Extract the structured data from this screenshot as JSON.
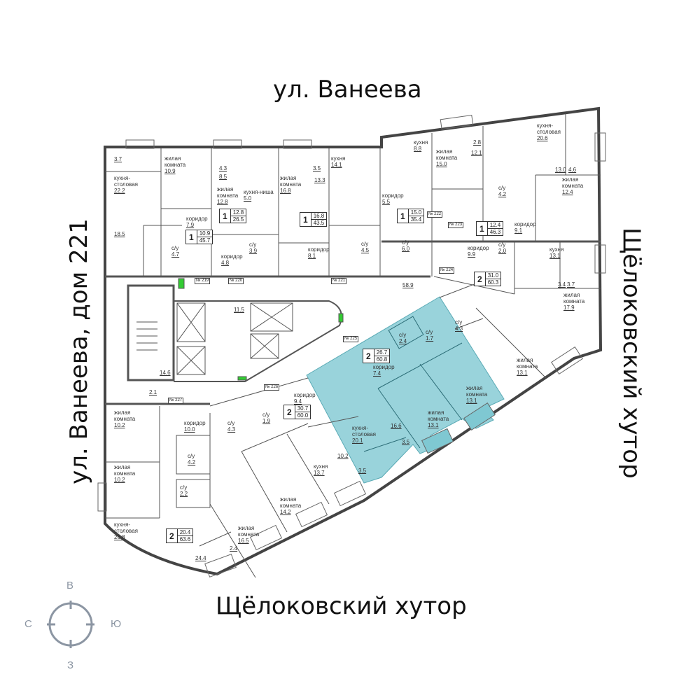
{
  "streets": {
    "top": "ул. Ванеева",
    "left": "ул. Ванеева, дом 221",
    "right": "Щёлоковский хутор",
    "bottom": "Щёлоковский хутор"
  },
  "compass": {
    "north": "В",
    "east": "Ю",
    "south": "З",
    "west": "С"
  },
  "highlight_color": "#7fc8d2",
  "labels": [
    {
      "name": "",
      "area": "3.7"
    },
    {
      "name": "жилая\nкомната",
      "area": "10.9"
    },
    {
      "name": "кухня-\nстоловая",
      "area": "22.2"
    },
    {
      "name": "",
      "area": "18.5"
    },
    {
      "name": "коридор",
      "area": "7.9"
    },
    {
      "name": "с/у",
      "area": "4.7"
    },
    {
      "name": "",
      "area": "4.3"
    },
    {
      "name": "",
      "area": "8.5"
    },
    {
      "name": "жилая\nкомната",
      "area": "12.8"
    },
    {
      "name": "кухня-ниша",
      "area": "5.0"
    },
    {
      "name": "с/у",
      "area": "3.9"
    },
    {
      "name": "коридор",
      "area": "4.8"
    },
    {
      "name": "",
      "area": "3.5"
    },
    {
      "name": "жилая\nкомната",
      "area": "16.8"
    },
    {
      "name": "",
      "area": "13.3"
    },
    {
      "name": "кухня",
      "area": "14.1"
    },
    {
      "name": "коридор",
      "area": "8.1"
    },
    {
      "name": "с/у",
      "area": "4.5"
    },
    {
      "name": "кухня",
      "area": "8.8"
    },
    {
      "name": "жилая\nкомната",
      "area": "15.0"
    },
    {
      "name": "",
      "area": "2.8"
    },
    {
      "name": "",
      "area": "12.1"
    },
    {
      "name": "кухня-\nстоловая",
      "area": "20.6"
    },
    {
      "name": "",
      "area": "13.0"
    },
    {
      "name": "",
      "area": "4.6"
    },
    {
      "name": "жилая\nкомната",
      "area": "12.4"
    },
    {
      "name": "с/у",
      "area": "4.2"
    },
    {
      "name": "коридор",
      "area": "5.5"
    },
    {
      "name": "коридор",
      "area": "9.1"
    },
    {
      "name": "с/у",
      "area": "6.0"
    },
    {
      "name": "коридор",
      "area": "9.9"
    },
    {
      "name": "с/у",
      "area": "2.0"
    },
    {
      "name": "кухня",
      "area": "13.1"
    },
    {
      "name": "",
      "area": "3.4"
    },
    {
      "name": "",
      "area": "3.7"
    },
    {
      "name": "жилая\nкомната",
      "area": "17.9"
    },
    {
      "name": "",
      "area": "58.9"
    },
    {
      "name": "",
      "area": "11.5"
    },
    {
      "name": "",
      "area": "14.6"
    },
    {
      "name": "",
      "area": "2.1"
    },
    {
      "name": "с/у",
      "area": "4.3"
    },
    {
      "name": "жилая\nкомната",
      "area": "13.1"
    },
    {
      "name": "с/у",
      "area": "2.4"
    },
    {
      "name": "с/у",
      "area": "1.7"
    },
    {
      "name": "коридор",
      "area": "7.4"
    },
    {
      "name": "жилая\nкомната",
      "area": "13.1"
    },
    {
      "name": "жилая\nкомната",
      "area": "13.1"
    },
    {
      "name": "кухня-\nстоловая",
      "area": "20.1"
    },
    {
      "name": "",
      "area": "16.6"
    },
    {
      "name": "",
      "area": "3.5"
    },
    {
      "name": "коридор",
      "area": "9.4"
    },
    {
      "name": "с/у",
      "area": "1.9"
    },
    {
      "name": "с/у",
      "area": "4.3"
    },
    {
      "name": "коридор",
      "area": "10.0"
    },
    {
      "name": "жилая\nкомната",
      "area": "10.2"
    },
    {
      "name": "жилая\nкомната",
      "area": "10.2"
    },
    {
      "name": "с/у",
      "area": "4.2"
    },
    {
      "name": "с/у",
      "area": "2.2"
    },
    {
      "name": "кухня-\nстоловая",
      "area": "26.8"
    },
    {
      "name": "",
      "area": "10.2"
    },
    {
      "name": "кухня",
      "area": "13.7"
    },
    {
      "name": "",
      "area": "3.5"
    },
    {
      "name": "жилая\nкомната",
      "area": "14.2"
    },
    {
      "name": "жилая\nкомната",
      "area": "16.5"
    },
    {
      "name": "",
      "area": "2.4"
    },
    {
      "name": "",
      "area": "24.4"
    }
  ],
  "apartments": [
    {
      "rooms": "1",
      "living": "10.9",
      "total": "45.7"
    },
    {
      "rooms": "1",
      "living": "12.8",
      "total": "26.5"
    },
    {
      "rooms": "1",
      "living": "16.8",
      "total": "43.5"
    },
    {
      "rooms": "1",
      "living": "15.0",
      "total": "35.4"
    },
    {
      "rooms": "1",
      "living": "12.4",
      "total": "46.3"
    },
    {
      "rooms": "2",
      "living": "31.0",
      "total": "60.3"
    },
    {
      "rooms": "2",
      "living": "26.7",
      "total": "60.8"
    },
    {
      "rooms": "2",
      "living": "30.7",
      "total": "60.0"
    },
    {
      "rooms": "2",
      "living": "20.4",
      "total": "63.6"
    }
  ],
  "unit_numbers": [
    "№ 219",
    "№ 220",
    "№ 221",
    "№ 222",
    "№ 223",
    "№ 224",
    "№ 225",
    "№ 226",
    "№ 227"
  ]
}
